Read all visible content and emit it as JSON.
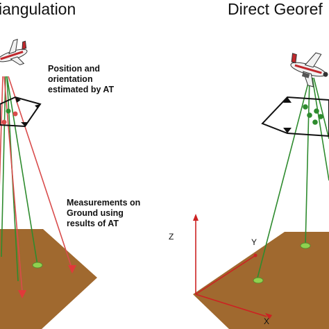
{
  "titles": {
    "left": "iangulation",
    "right": "Direct Georef"
  },
  "annotations": {
    "position_orientation": [
      "Position and",
      "orientation",
      "estimated by AT"
    ],
    "ground_measurements": [
      "Measurements on",
      "Ground using",
      "results of AT"
    ]
  },
  "axes": {
    "x_label": "X",
    "y_label": "Y",
    "z_label": "Z"
  },
  "colors": {
    "ground": "#a0692f",
    "ray_green": "#2e8b2e",
    "ray_red": "#d94c4c",
    "point_green": "#8fd14f",
    "axis_red": "#cc2222",
    "frame": "#111111",
    "plane_body": "#f2f2f2",
    "plane_stripe": "#c0282d"
  },
  "icons": [
    "airplane-icon",
    "camera-frame-icon",
    "ground-point-icon",
    "axis-arrow-icon"
  ]
}
